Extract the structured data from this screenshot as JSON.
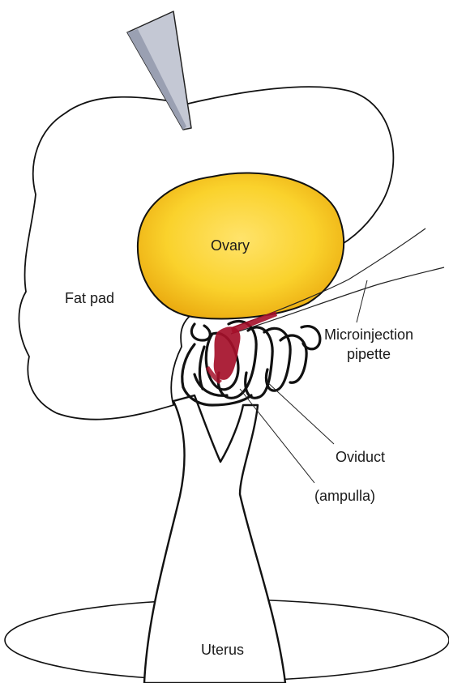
{
  "labels": {
    "ovary": "Ovary",
    "fat_pad": "Fat pad",
    "pipette_line1": "Microinjection",
    "pipette_line2": "pipette",
    "oviduct": "Oviduct",
    "ampulla": "(ampulla)",
    "uterus": "Uterus"
  },
  "colors": {
    "ovary_fill": "#f6c81e",
    "injection_site": "#a5102a",
    "needle": "#c4c8d4",
    "outline": "#111111"
  },
  "icons": {
    "needle": "dissection-needle-icon"
  }
}
